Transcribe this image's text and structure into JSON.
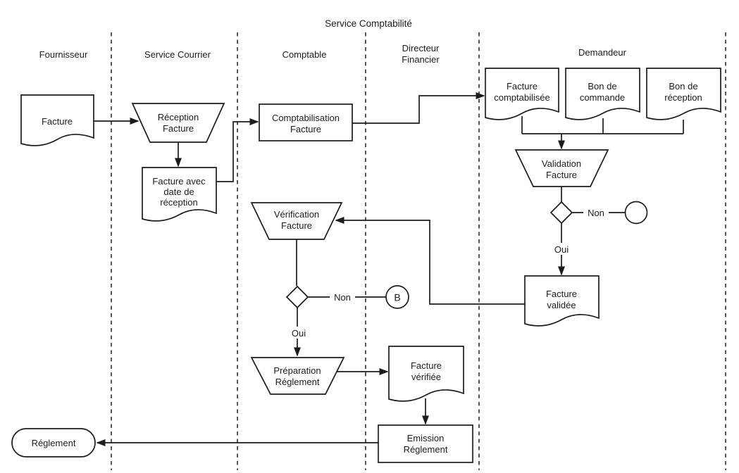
{
  "title": "Service Comptabilité",
  "lanes": {
    "fournisseur": "Fournisseur",
    "service_courrier": "Service Courrier",
    "comptable": "Comptable",
    "directeur_financier_l1": "Directeur",
    "directeur_financier_l2": "Financier",
    "demandeur": "Demandeur"
  },
  "nodes": {
    "facture": "Facture",
    "reception_facture_l1": "Réception",
    "reception_facture_l2": "Facture",
    "facture_avec_date_l1": "Facture avec",
    "facture_avec_date_l2": "date de",
    "facture_avec_date_l3": "réception",
    "comptabilisation_l1": "Comptabilisation",
    "comptabilisation_l2": "Facture",
    "facture_comptabilisee_l1": "Facture",
    "facture_comptabilisee_l2": "comptabilisée",
    "bon_commande_l1": "Bon de",
    "bon_commande_l2": "commande",
    "bon_reception_l1": "Bon de",
    "bon_reception_l2": "réception",
    "validation_l1": "Validation",
    "validation_l2": "Facture",
    "facture_validee_l1": "Facture",
    "facture_validee_l2": "validée",
    "verification_l1": "Vérification",
    "verification_l2": "Facture",
    "preparation_l1": "Préparation",
    "preparation_l2": "Réglement",
    "facture_verifiee_l1": "Facture",
    "facture_verifiee_l2": "vérifiée",
    "emission_l1": "Emission",
    "emission_l2": "Réglement",
    "reglement": "Réglement"
  },
  "edge_labels": {
    "validation_oui": "Oui",
    "validation_non": "Non",
    "verification_oui": "Oui",
    "verification_non": "Non"
  },
  "connectors": {
    "b": "B"
  },
  "colors": {
    "stroke": "#1c1c1c",
    "background": "#ffffff"
  }
}
